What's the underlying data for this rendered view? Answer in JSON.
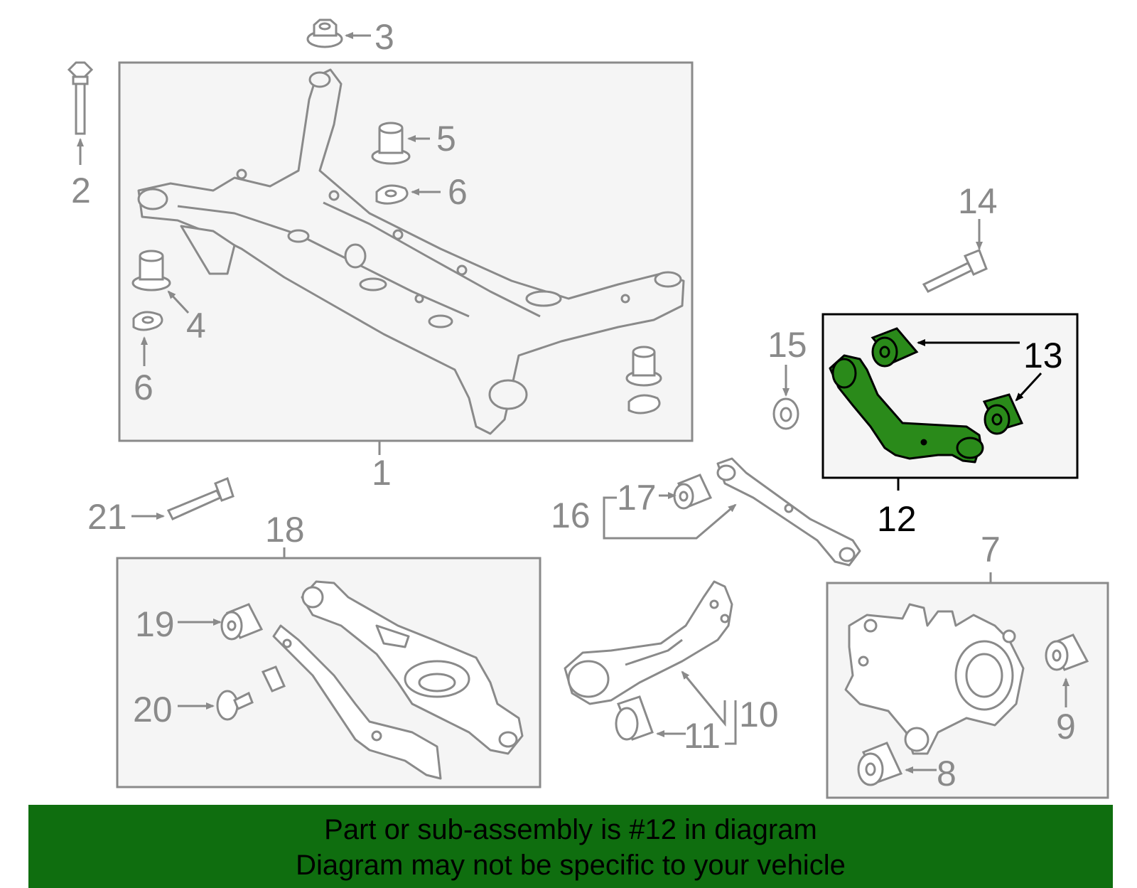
{
  "callouts": {
    "n1": "1",
    "n2": "2",
    "n3": "3",
    "n4": "4",
    "n5": "5",
    "n6a": "6",
    "n6b": "6",
    "n7": "7",
    "n8": "8",
    "n9": "9",
    "n10": "10",
    "n11": "11",
    "n12": "12",
    "n13": "13",
    "n14": "14",
    "n15": "15",
    "n16": "16",
    "n17": "17",
    "n18": "18",
    "n19": "19",
    "n20": "20",
    "n21": "21"
  },
  "highlight": {
    "part": "12",
    "color": "#2a8a1a"
  },
  "banner": {
    "line1": "Part or sub-assembly is #12 in diagram",
    "line2": "Diagram may not be specific to your vehicle",
    "background": "#0f6e0f"
  },
  "colors": {
    "line": "#8a8a8a",
    "box_fill": "#f5f5f5",
    "highlight_box": "#000000"
  }
}
